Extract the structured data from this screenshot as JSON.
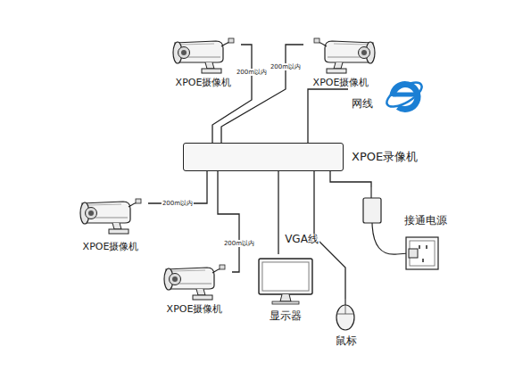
{
  "diagram": {
    "nodes": [
      {
        "text": [
          "XPOE摄像机"
        ]
      },
      {
        "text": [
          "XPOE摄像机"
        ]
      },
      {
        "text": [
          "网线"
        ]
      },
      {
        "text": [
          "XPOE录像机"
        ]
      },
      {
        "text": [
          "XPOE摄像机"
        ]
      },
      {
        "text": [
          "接通电源"
        ]
      },
      {
        "text": [
          "XPOE摄像机"
        ]
      },
      {
        "text": [
          "显示器"
        ]
      },
      {
        "text": [
          "鼠标"
        ]
      }
    ],
    "edges": [
      {
        "from": 0,
        "to": 3,
        "arrow": "none",
        "label": "200m以内"
      },
      {
        "from": 1,
        "to": 3,
        "arrow": "none",
        "label": "200m以内"
      },
      {
        "from": 3,
        "to": 2,
        "arrow": "none"
      },
      {
        "from": 3,
        "to": 4,
        "arrow": "none",
        "label": "200m以内"
      },
      {
        "from": 3,
        "to": 6,
        "arrow": "none",
        "label": "200m以内"
      },
      {
        "from": 3,
        "to": 7,
        "arrow": "none",
        "label": "VGA线"
      },
      {
        "from": 3,
        "to": 8,
        "arrow": "none"
      },
      {
        "from": 3,
        "to": 5,
        "arrow": "none"
      }
    ]
  }
}
